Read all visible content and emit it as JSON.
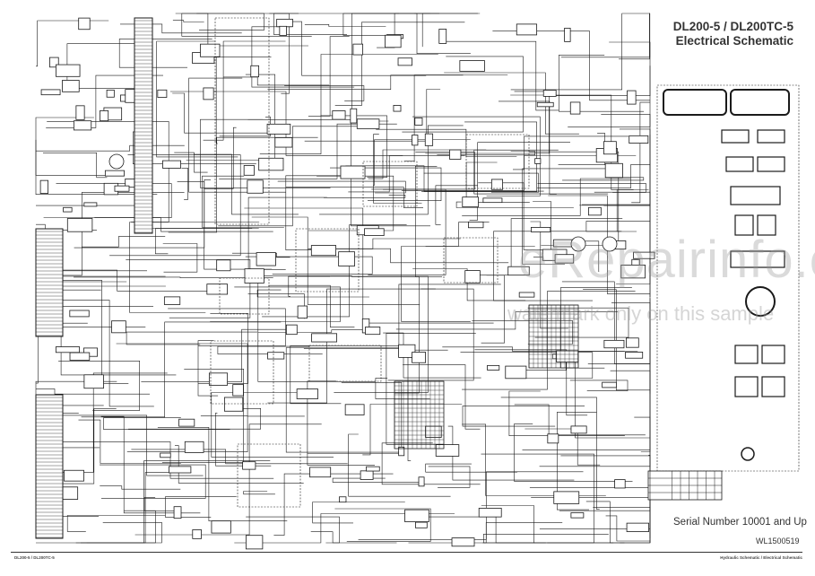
{
  "header": {
    "title_line1": "DL200-5 / DL200TC-5",
    "title_line2": "Electrical Schematic"
  },
  "serial": "Serial Number 10001 and Up",
  "drawing_number": "WL1500519",
  "footer": {
    "left": "DL200-5 / DL200TC-5",
    "right": "Hydraulic Schematic / Electrical Schematic"
  },
  "watermark": {
    "line1": "eRepairinfo.com",
    "line2": "watermark only on this sample"
  },
  "colors": {
    "line": "#1a1a1a",
    "background": "#ffffff"
  }
}
